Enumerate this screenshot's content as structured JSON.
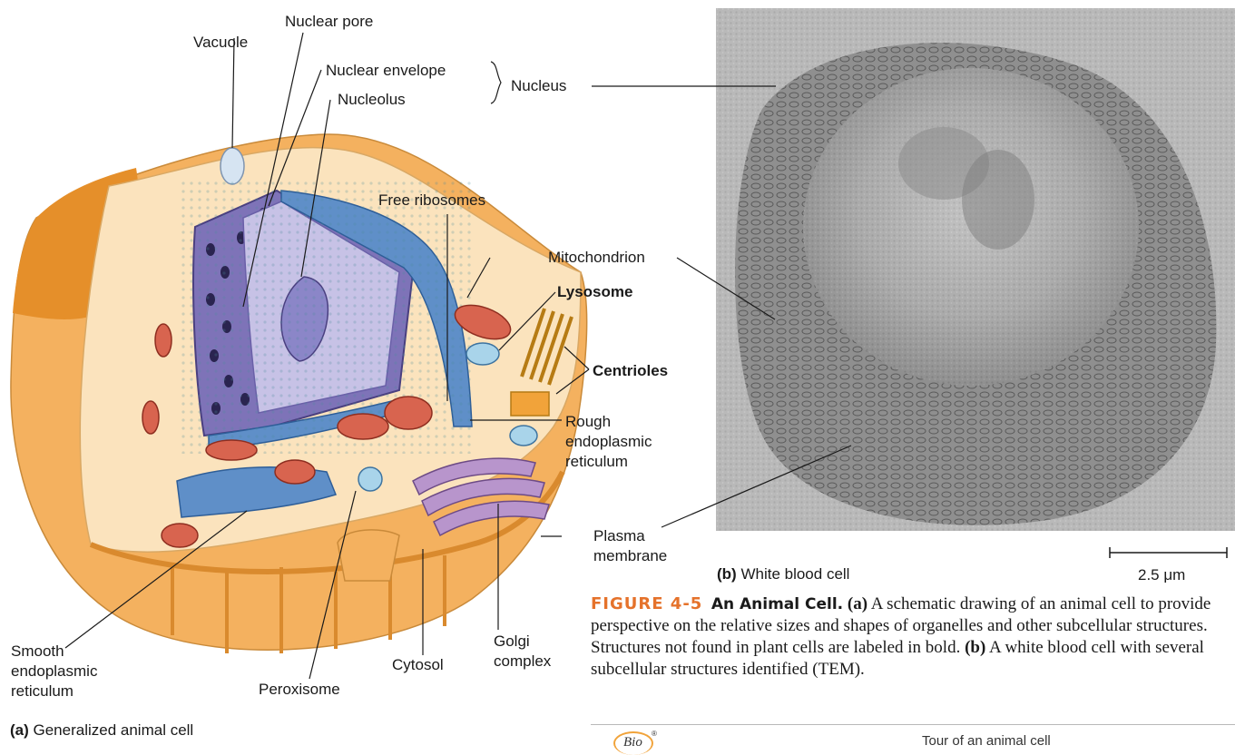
{
  "labels": {
    "nuclear_pore": "Nuclear pore",
    "vacuole": "Vacuole",
    "nuclear_envelope": "Nuclear envelope",
    "nucleolus": "Nucleolus",
    "nucleus": "Nucleus",
    "free_ribosomes": "Free ribosomes",
    "mitochondrion": "Mitochondrion",
    "lysosome": "Lysosome",
    "centrioles": "Centrioles",
    "rough_er": "Rough\nendoplasmic\nreticulum",
    "plasma_membrane": "Plasma\nmembrane",
    "smooth_er": "Smooth\nendoplasmic\nreticulum",
    "golgi": "Golgi\ncomplex",
    "cytosol": "Cytosol",
    "peroxisome": "Peroxisome"
  },
  "panel_a": {
    "tag": "(a)",
    "text": " Generalized animal cell"
  },
  "panel_b": {
    "tag": "(b)",
    "text": " White blood cell"
  },
  "scale_bar": {
    "label": "2.5 μm"
  },
  "caption": {
    "figure_number": "FIGURE 4-5",
    "title": "An Animal Cell.",
    "tag_a": "(a)",
    "text_a": " A schematic drawing of an animal cell to provide perspective on the relative sizes and shapes of organelles and other subcellular structures. Structures not found in plant cells are labeled in bold. ",
    "tag_b": "(b)",
    "text_b": " A white blood cell with several subcellular structures identified (TEM)."
  },
  "footer": {
    "logo_text": "Bio",
    "logo_mark": "®",
    "text": "Tour of an animal cell"
  },
  "colors": {
    "cytoplasm": "#fbe3bd",
    "cell_exterior": "#f4b15f",
    "nucleus": "#7e73b8",
    "nucleoplasm": "#c7c2e6",
    "rough_er": "#5f8fc8",
    "mitochondrion": "#d8644f",
    "golgi": "#b895cc",
    "lysosome": "#a9d4ea",
    "micrograph": "#b6b6b6",
    "caption_accent": "#e5722b"
  }
}
